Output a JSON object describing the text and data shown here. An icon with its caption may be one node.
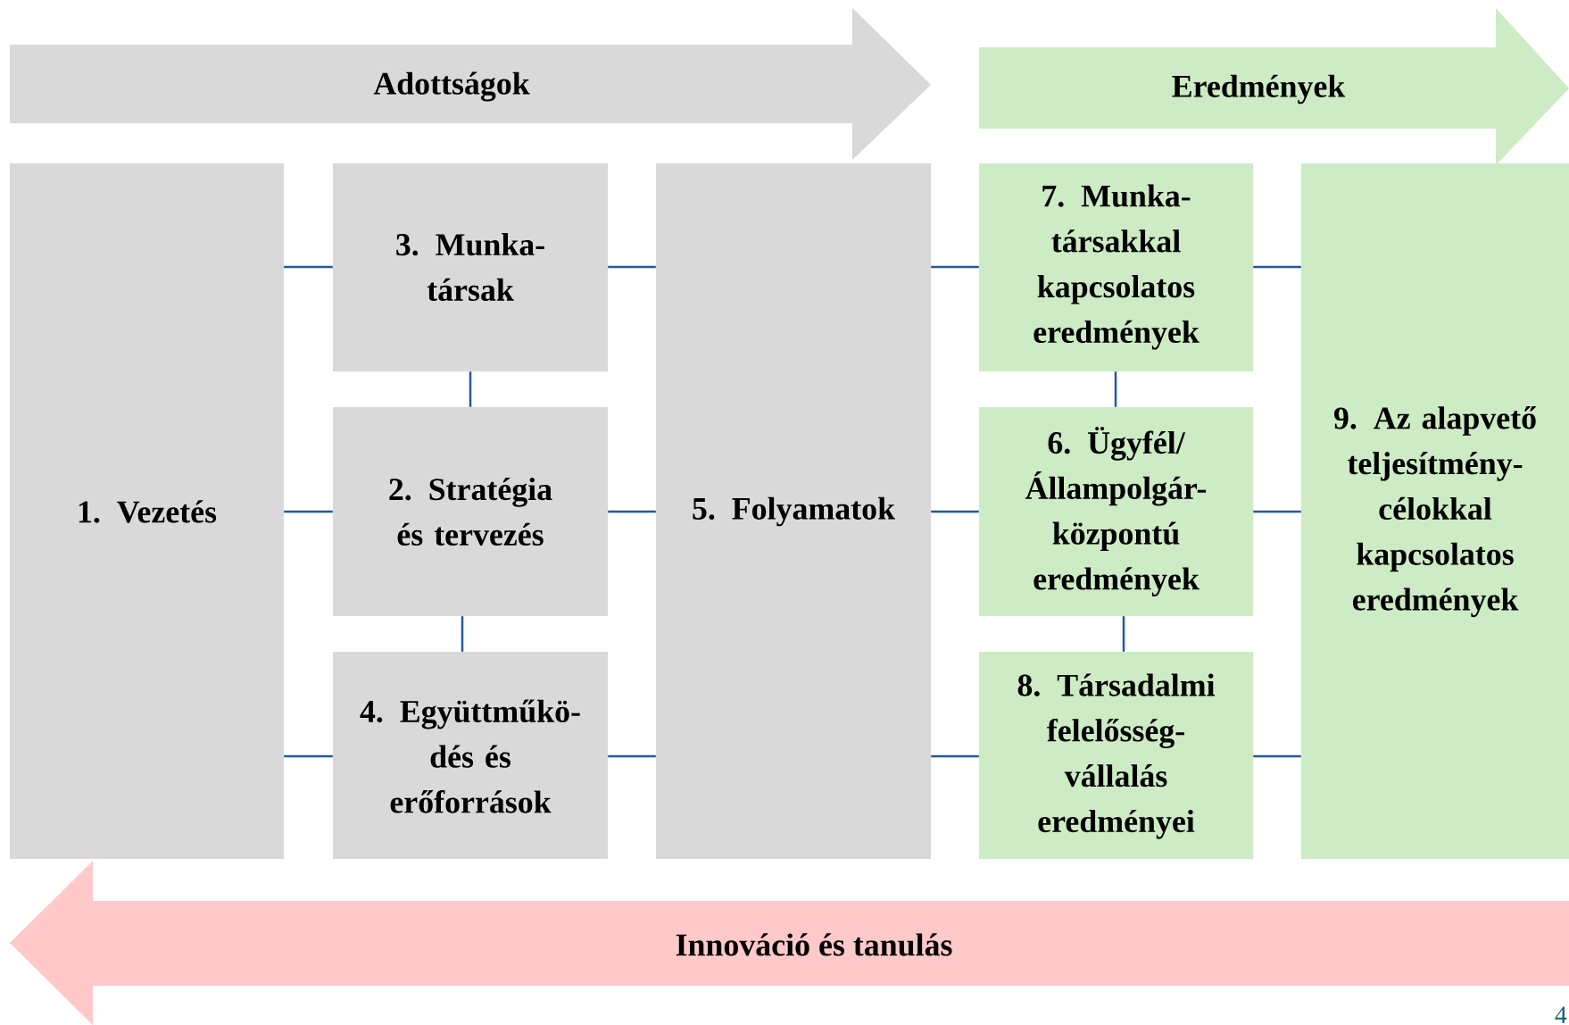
{
  "diagram": {
    "nodes": [
      {
        "text": [
          "Adottságok"
        ]
      },
      {
        "text": [
          "Eredmények"
        ]
      },
      {
        "text": [
          "1. Vezetés"
        ]
      },
      {
        "text": [
          "3. Munka- társak"
        ]
      },
      {
        "text": [
          "2. Stratégia és tervezés"
        ]
      },
      {
        "text": [
          "4. Együttműkö- dés és erőforrások"
        ]
      },
      {
        "text": [
          "5. Folyamatok"
        ]
      },
      {
        "text": [
          "7. Munka- társakkal kapcsolatos eredmények"
        ]
      },
      {
        "text": [
          "6. Ügyfél/ Állampolgár- központú eredmények"
        ]
      },
      {
        "text": [
          "8. Társadalmi felelősség- vállalás eredményei"
        ]
      },
      {
        "text": [
          "9. Az alapvető teljesítmény- célokkal kapcsolatos eredmények"
        ]
      },
      {
        "text": [
          "Innováció és tanulás"
        ]
      }
    ],
    "edges": [
      {
        "from": 2,
        "to": 3,
        "arrow": "none"
      },
      {
        "from": 2,
        "to": 4,
        "arrow": "none"
      },
      {
        "from": 2,
        "to": 5,
        "arrow": "none"
      },
      {
        "from": 3,
        "to": 6,
        "arrow": "none"
      },
      {
        "from": 4,
        "to": 6,
        "arrow": "none"
      },
      {
        "from": 5,
        "to": 6,
        "arrow": "none"
      },
      {
        "from": 3,
        "to": 4,
        "arrow": "none"
      },
      {
        "from": 4,
        "to": 5,
        "arrow": "none"
      },
      {
        "from": 6,
        "to": 7,
        "arrow": "none"
      },
      {
        "from": 6,
        "to": 8,
        "arrow": "none"
      },
      {
        "from": 6,
        "to": 9,
        "arrow": "none"
      },
      {
        "from": 7,
        "to": 8,
        "arrow": "none"
      },
      {
        "from": 8,
        "to": 9,
        "arrow": "none"
      },
      {
        "from": 7,
        "to": 10,
        "arrow": "none"
      },
      {
        "from": 8,
        "to": 10,
        "arrow": "none"
      },
      {
        "from": 9,
        "to": 10,
        "arrow": "none"
      }
    ],
    "labels": [
      "4"
    ]
  }
}
